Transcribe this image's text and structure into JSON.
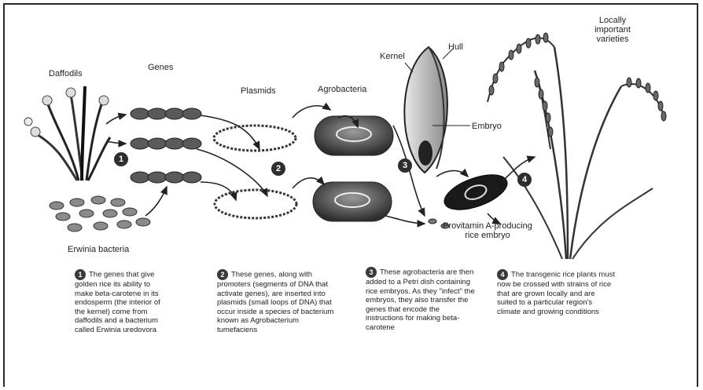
{
  "labels": {
    "daffodils": "Daffodils",
    "genes": "Genes",
    "plasmids": "Plasmids",
    "agrobacteria": "Agrobacteria",
    "kernel": "Kernel",
    "hull": "Hull",
    "embryo": "Embryo",
    "locally_important": "Locally important varieties",
    "provitamin": "Provitamin A-producing rice embryo",
    "erwinia": "Erwinia bacteria"
  },
  "steps": [
    "1",
    "2",
    "3",
    "4"
  ],
  "captions": [
    {
      "num": "1",
      "text": "The genes that give golden rice its ability to make beta-carotene in its endosperm (the interior of the kernel) come from daffodils and a bacterium called Erwinia uredovora"
    },
    {
      "num": "2",
      "text": "These genes, along with promoters (segments of DNA that activate genes), are inserted into plasmids (small loops of DNA) that occur inside a species of bacterium known as Agrobacterium tumefaciens"
    },
    {
      "num": "3",
      "text": "These agrobacteria are then added to a Petri dish containing rice embryos. As they \"infect\" the embryos, they also transfer the genes that encode the instructions for making beta-carotene"
    },
    {
      "num": "4",
      "text": "The transgenic rice plants must now be crossed with strains of rice that are grown locally and are suited to a particular region's climate and growing conditions"
    }
  ]
}
